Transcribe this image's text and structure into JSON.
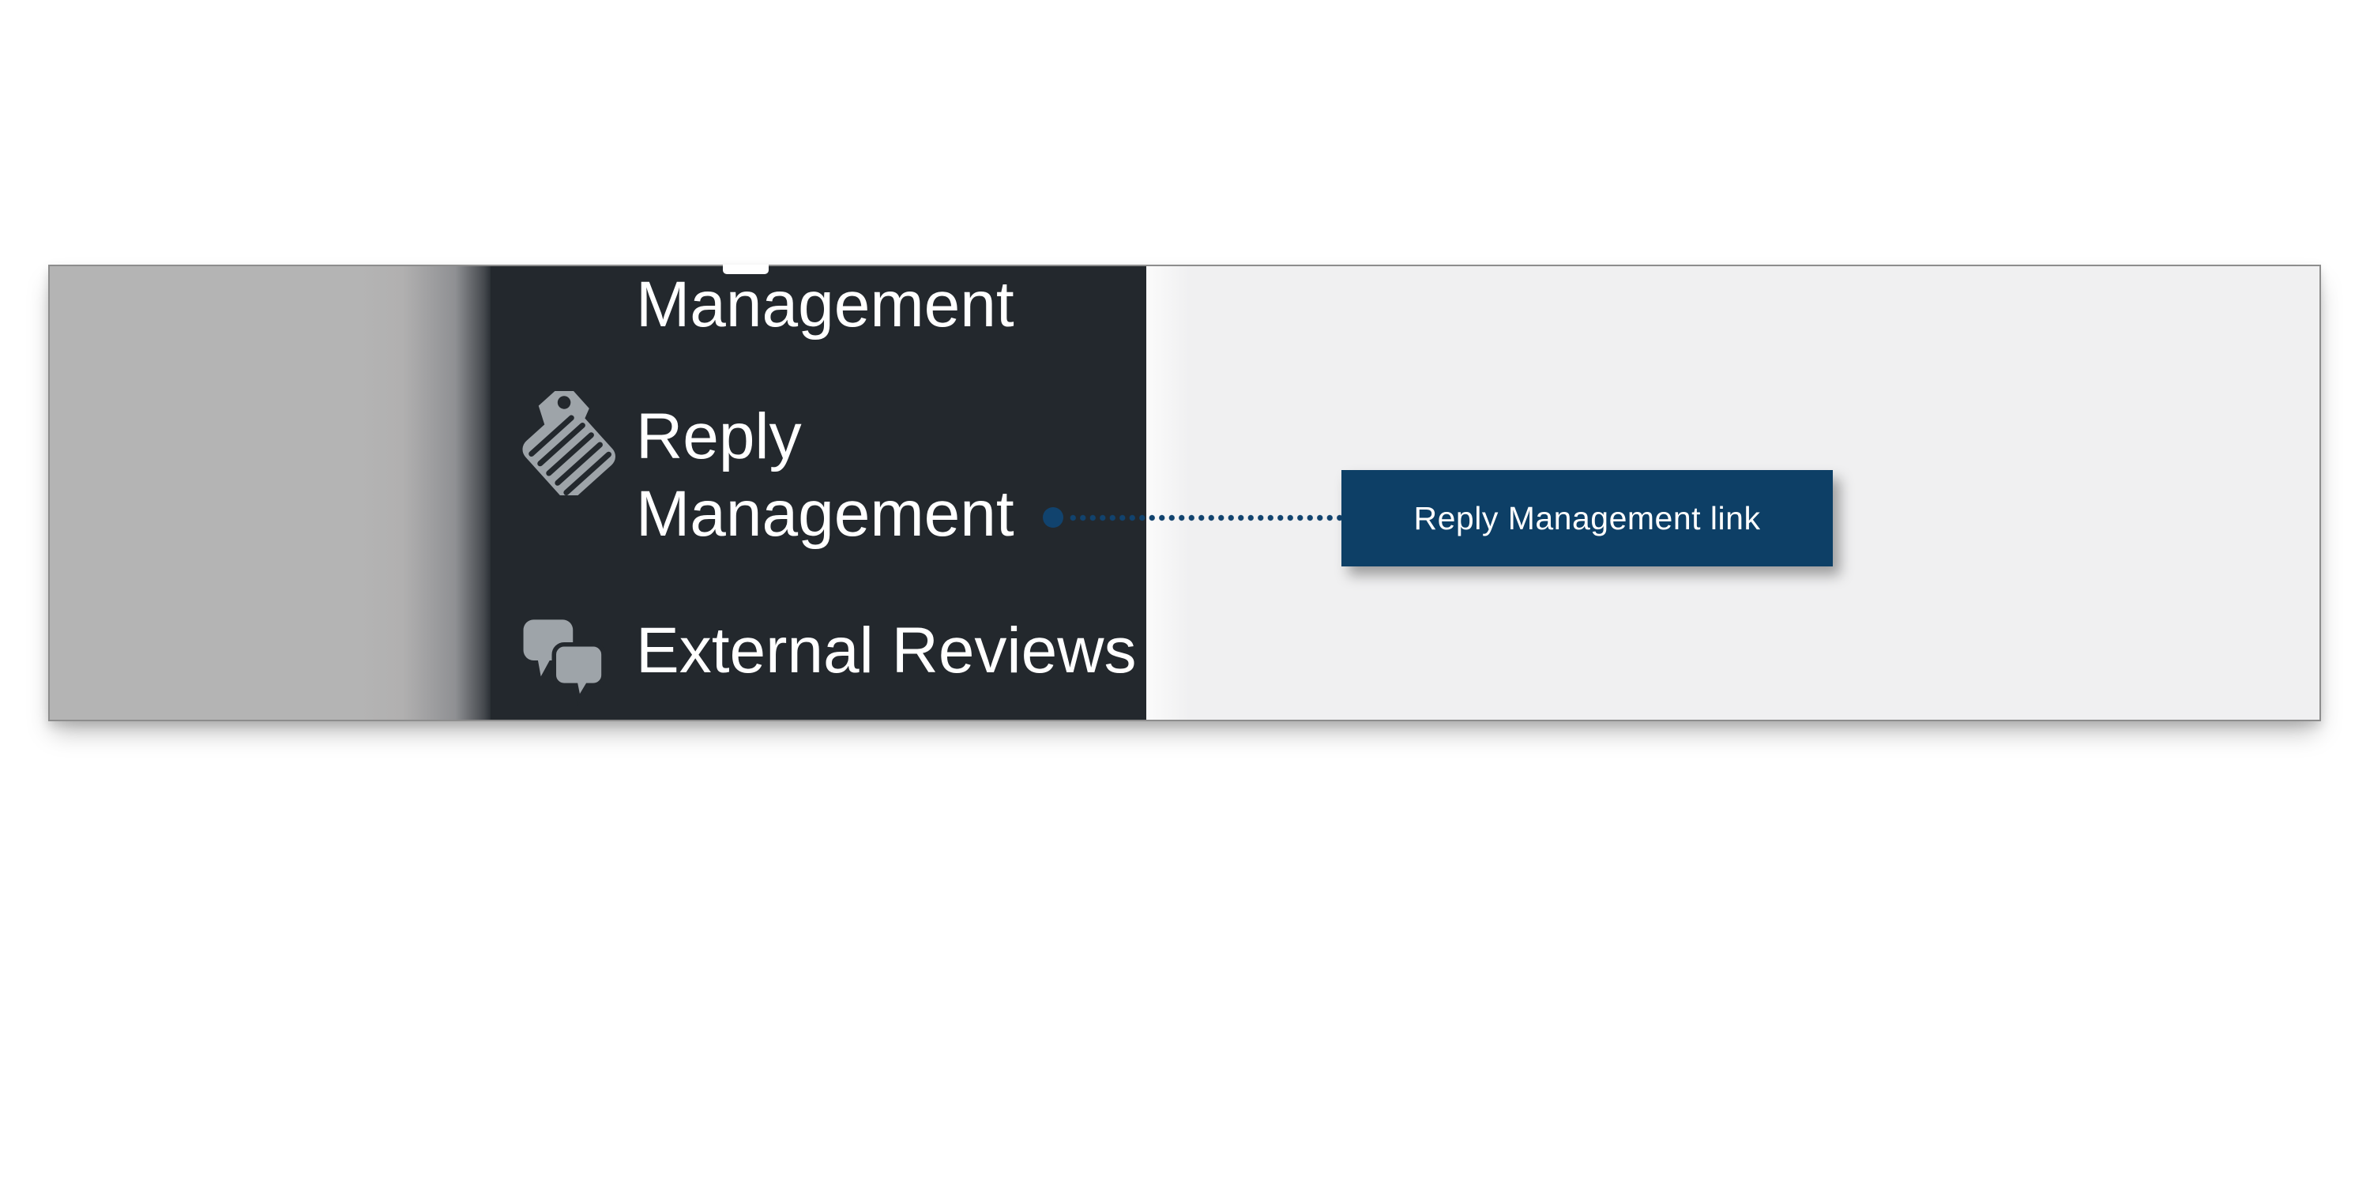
{
  "sidebar": {
    "partial_item": {
      "label": "Management"
    },
    "reply_item": {
      "line1": "Reply",
      "line2": "Management",
      "icon": "tag-icon"
    },
    "external_item": {
      "label": "External Reviews",
      "icon": "chat-bubbles-icon"
    }
  },
  "callout": {
    "label": "Reply Management link"
  },
  "colors": {
    "page_bg": "#ffffff",
    "strip_border": "#8d8d8d",
    "gray_panel": "#b4b4b4",
    "sidebar_bg": "#23282d",
    "content_bg": "#f0f0f1",
    "menu_text": "#ffffff",
    "icon_gray": "#9ea4a9",
    "leader": "#11436e",
    "callout_bg": "#0d3f66",
    "callout_text": "#ffffff"
  }
}
